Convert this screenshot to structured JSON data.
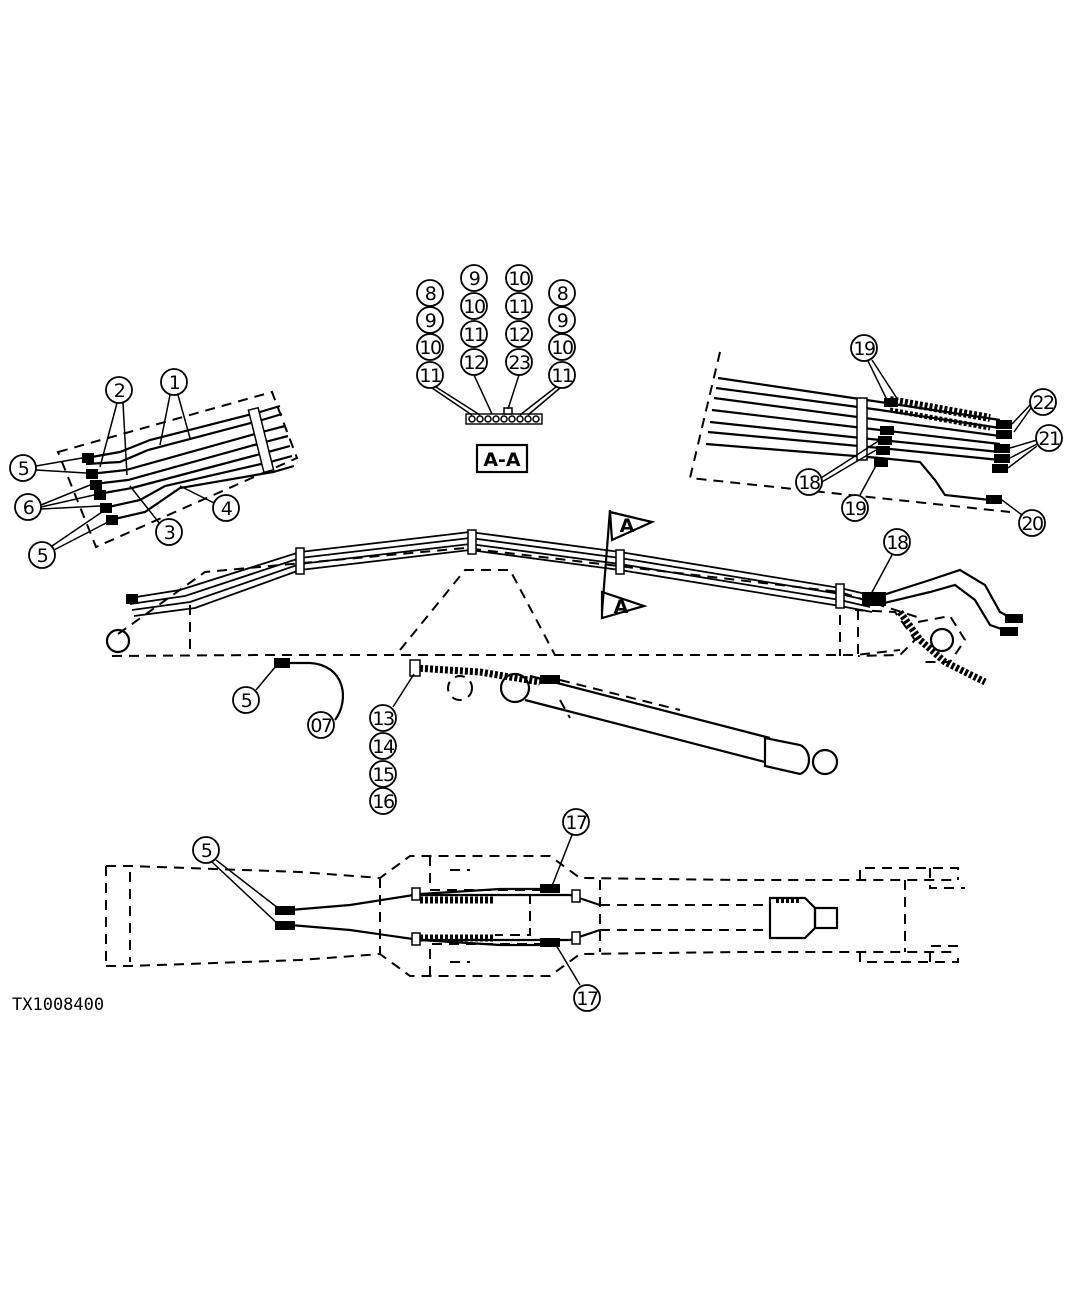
{
  "figure_id": "TX1008400",
  "section_label": "A-A",
  "section_arrow_label": "A",
  "callouts": {
    "c1": "1",
    "c2": "2",
    "c3": "3",
    "c4": "4",
    "c5": "5",
    "c6": "6",
    "c07": "07",
    "c8": "8",
    "c9": "9",
    "c10": "10",
    "c11": "11",
    "c12": "12",
    "c13": "13",
    "c14": "14",
    "c15": "15",
    "c16": "16",
    "c17": "17",
    "c18": "18",
    "c19": "19",
    "c20": "20",
    "c21": "21",
    "c22": "22",
    "c23": "23"
  }
}
